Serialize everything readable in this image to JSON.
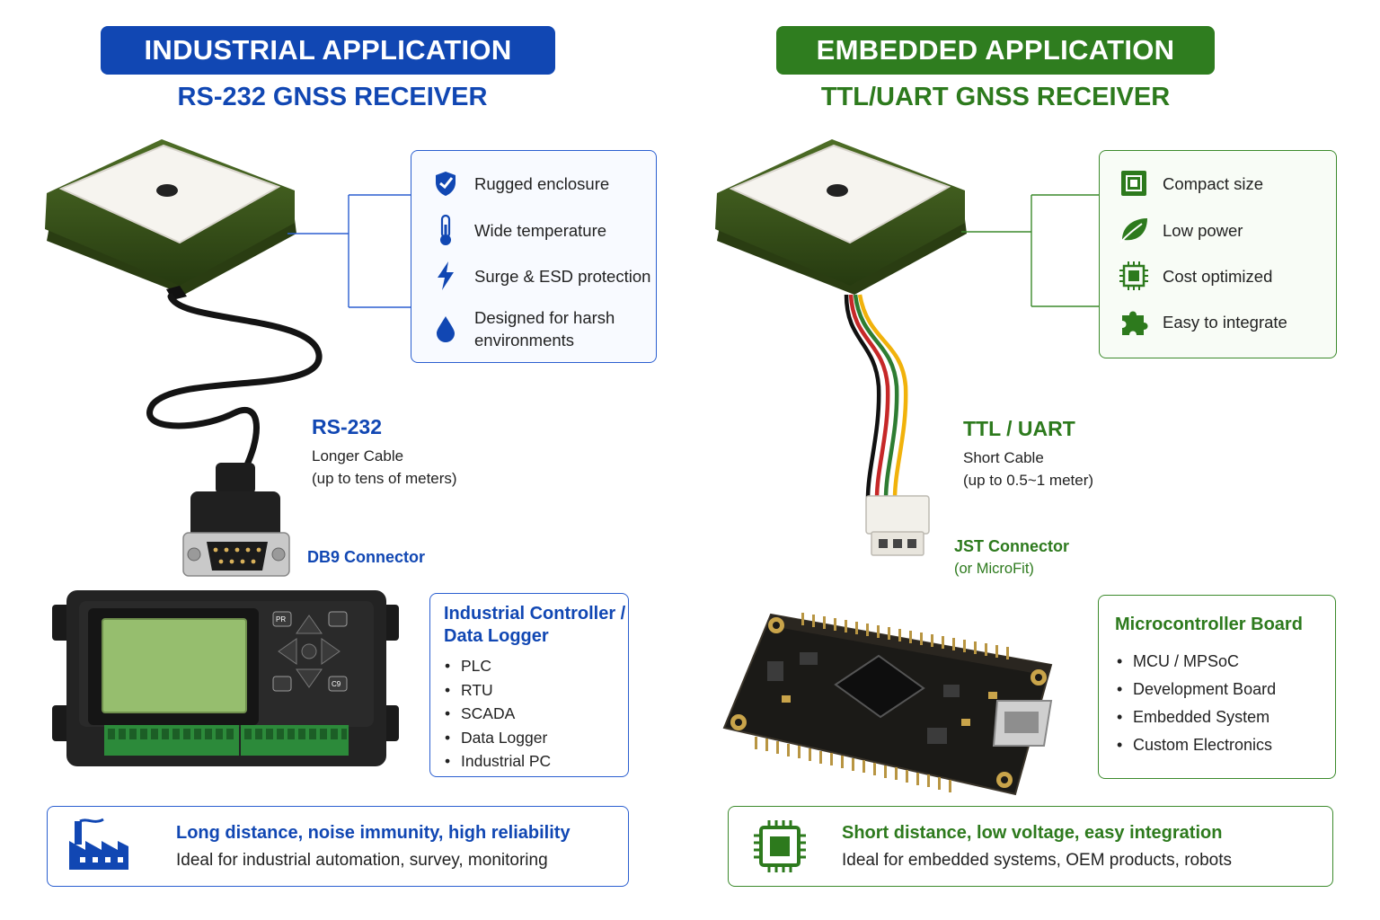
{
  "industrial": {
    "banner": "INDUSTRIAL APPLICATION",
    "subtitle": "RS-232 GNSS RECEIVER",
    "features": [
      {
        "icon": "shield-icon",
        "text": "Rugged enclosure"
      },
      {
        "icon": "thermometer-icon",
        "text": "Wide temperature"
      },
      {
        "icon": "lightning-icon",
        "text": "Surge & ESD protection"
      },
      {
        "icon": "water-drop-icon",
        "text": "Designed for harsh environments"
      }
    ],
    "cable_title": "RS-232",
    "cable_desc_1": "Longer Cable",
    "cable_desc_2": "(up to tens of meters)",
    "connector": "DB9 Connector",
    "device": {
      "title_1": "Industrial Controller /",
      "title_2": "Data Logger",
      "items": [
        "PLC",
        "RTU",
        "SCADA",
        "Data Logger",
        "Industrial PC"
      ],
      "keys": {
        "pr": "PR",
        "c9": "C9"
      }
    },
    "summary": {
      "icon": "factory-icon",
      "headline": "Long distance, noise immunity, high reliability",
      "detail": "Ideal for industrial automation, survey, monitoring"
    }
  },
  "embedded": {
    "banner": "EMBEDDED APPLICATION",
    "subtitle": "TTL/UART GNSS RECEIVER",
    "features": [
      {
        "icon": "chip-small-icon",
        "text": "Compact size"
      },
      {
        "icon": "leaf-icon",
        "text": "Low power"
      },
      {
        "icon": "processor-icon",
        "text": "Cost optimized"
      },
      {
        "icon": "puzzle-icon",
        "text": "Easy to integrate"
      }
    ],
    "cable_title": "TTL / UART",
    "cable_desc_1": "Short Cable",
    "cable_desc_2": "(up to 0.5~1 meter)",
    "connector": "JST Connector",
    "connector_alt": "(or MicroFit)",
    "device": {
      "title": "Microcontroller Board",
      "items": [
        "MCU / MPSoC",
        "Development Board",
        "Embedded System",
        "Custom Electronics"
      ]
    },
    "summary": {
      "icon": "chip-icon",
      "headline": "Short distance, low voltage, easy integration",
      "detail": "Ideal for embedded systems, OEM products, robots"
    }
  },
  "colors": {
    "blue": "#1147b3",
    "green": "#2f7d1f",
    "antenna_green": "#3d5a1e"
  }
}
